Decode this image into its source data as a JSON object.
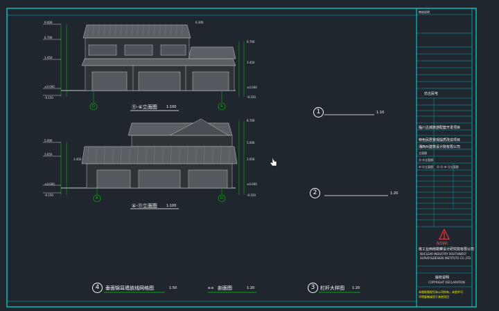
{
  "drawing": {
    "elevation_top_label": "⑪-④立面图",
    "elevation_top_scale": "1:100",
    "elevation_bottom_label": "④-⑪立面图",
    "elevation_bottom_scale": "1:100",
    "axis_top_left": "D",
    "axis_top_right": "A",
    "axis_bottom_left": "A",
    "axis_bottom_right": "D",
    "levels_top": [
      "9.000",
      "6.700",
      "6.300",
      "3.450",
      "±0.000",
      "-0.150"
    ],
    "levels_top_right": [
      "6.700",
      "3.450",
      "±0.000",
      "-0.150"
    ],
    "levels_bottom": [
      "5.000",
      "3.650",
      "3.450",
      "±0.000",
      "-0.150"
    ],
    "levels_bottom_right": [
      "8.700",
      "5.000",
      "3.650",
      "±0.000",
      "-0.150"
    ],
    "detail_1_number": "1",
    "detail_1_scale": "1:10",
    "detail_2_number": "2",
    "detail_2_scale": "1:20",
    "bottom_4_number": "4",
    "bottom_4_label": "垂面锦耳墙放线网格图",
    "bottom_4_scale": "1:50",
    "bottom_section_label": "剖面图",
    "bottom_section_prefix": "a-a",
    "bottom_section_scale": "1:20",
    "bottom_3_number": "3",
    "bottom_3_label": "栏杆大样图",
    "bottom_3_scale": "1:20"
  },
  "title_block": {
    "header": "审核说明",
    "project_label": "仿古民宅",
    "project_name": "临川古城旅游配套开发项目",
    "project_sub": "特色民居景观提质改造项目",
    "company_name": "湘西州建筑设计院有限公司",
    "drawing_type": "立面图",
    "rows": [
      "⑪-④立面图",
      "④-⑪立面图",
      "⑪-⑪ ④-⑪立面图"
    ],
    "logo_text": "NSWI",
    "institute_cn": "核工业西南勘察设计研究院有限公司",
    "institute_en_1": "NUCLEAR INDUSTRY SOUTHWEST",
    "institute_en_2": "SURVEY&DESIGN INSTITUTE CO.,LTD.",
    "copyright_title": "版权说明",
    "copyright_en": "COPYRIGHT DECLARATION",
    "copyright_note_1": "本图纸版权归本公司所有，未经许可",
    "copyright_note_2": "不得复制或用于其他项目"
  },
  "colors": {
    "background": "#1f262e",
    "frame": "#00e0e0",
    "drawing_line": "#c8c8c8",
    "dimension": "#00d000",
    "text": "#ffffff",
    "highlight": "#ffff00"
  }
}
